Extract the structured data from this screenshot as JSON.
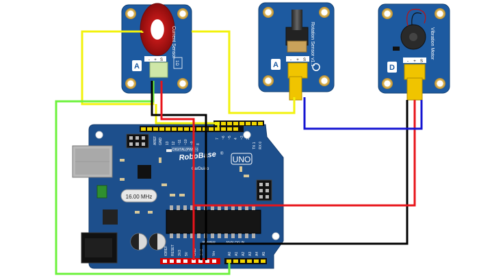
{
  "modules": {
    "current_sensor": {
      "label": "Current Sensor",
      "type_badge": "A",
      "pins": [
        "-",
        "+",
        "S"
      ],
      "connector_note": "1Ω"
    },
    "rotation_sensor": {
      "label": "Rotation Sensor v1.1",
      "type_badge": "A",
      "pins": [
        "-",
        "+",
        "S"
      ]
    },
    "vibration_motor": {
      "label": "Vibration Motor",
      "type_badge": "D",
      "pins": [
        "-",
        "+",
        "S"
      ]
    }
  },
  "board": {
    "brand": "RoboBase",
    "registered": "®",
    "model": "CarDuino",
    "uno": "UNO",
    "crystal": "16.00 MHz",
    "digital_header_label": "DIGITAL(PWM~)",
    "aref": "AREF",
    "gnd_top": "GND",
    "top_pins": [
      "13",
      "12",
      "~11",
      "~10",
      "~9",
      "8",
      "7",
      "~6",
      "~5",
      "4",
      "~3",
      "2",
      "TX 1",
      "RX 0"
    ],
    "power_label": "POWER",
    "analog_label": "ANALOG IN",
    "power_pins": [
      "IOREF",
      "RESET",
      "3V3",
      "5V",
      "GND",
      "GND",
      "Vin"
    ],
    "analog_pins": [
      "A0",
      "A1",
      "A2",
      "A3",
      "A4",
      "A5"
    ]
  },
  "colors": {
    "board": "#1d4f8c",
    "module": "#1d5aa0",
    "wire_yellow": "#f2f20c",
    "wire_green": "#6cf23c",
    "wire_black": "#000000",
    "wire_red": "#e8141a",
    "wire_blue": "#1414d2",
    "connector": "#f0c400"
  }
}
